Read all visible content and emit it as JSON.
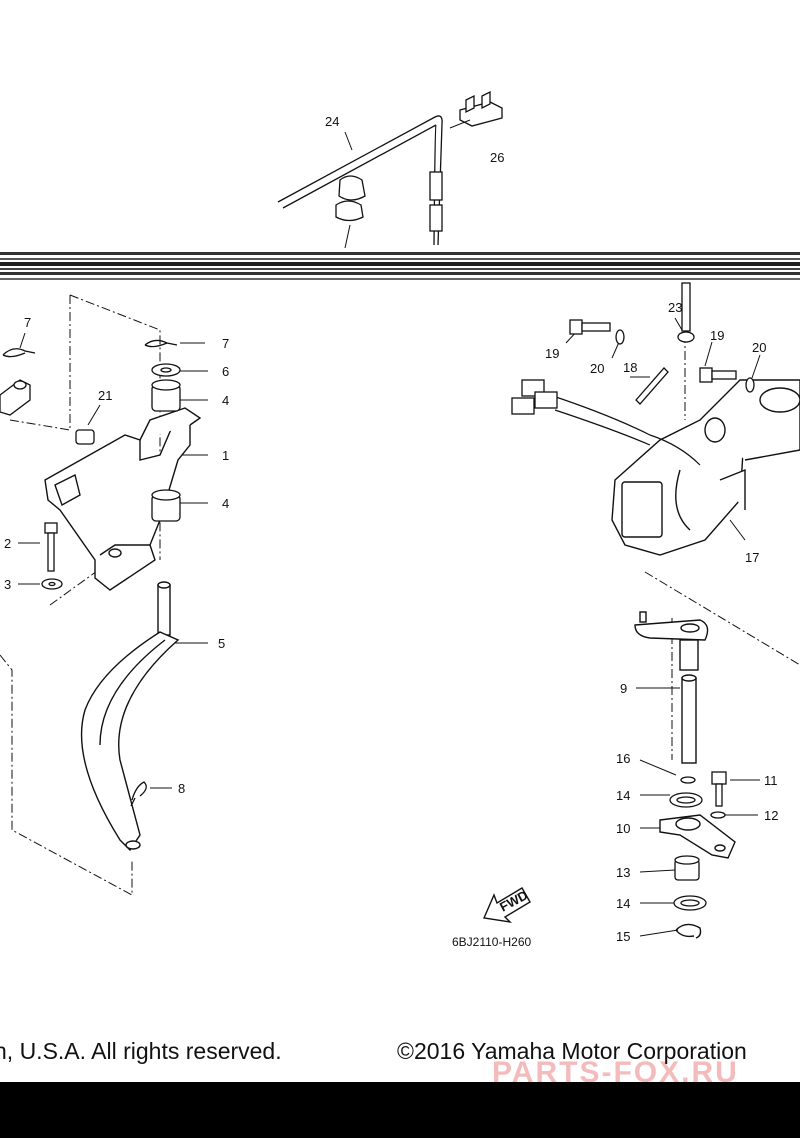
{
  "diagram": {
    "callouts": {
      "c1": "1",
      "c2": "2",
      "c3": "3",
      "c4a": "4",
      "c4b": "4",
      "c5": "5",
      "c6": "6",
      "c7a": "7",
      "c7b": "7",
      "c8": "8",
      "c9": "9",
      "c10": "10",
      "c11": "11",
      "c12": "12",
      "c13": "13",
      "c14a": "14",
      "c14b": "14",
      "c15": "15",
      "c16": "16",
      "c17": "17",
      "c18": "18",
      "c19a": "19",
      "c19b": "19",
      "c20a": "20",
      "c20b": "20",
      "c21": "21",
      "c23": "23",
      "c24": "24",
      "c26": "26"
    },
    "fwd_label": "FWD",
    "drawing_code": "6BJ2110-H260"
  },
  "footer": {
    "left_text": "n, U.S.A. All rights reserved.",
    "right_text": "©2016 Yamaha Motor Corporation"
  },
  "watermark_text": "PARTS-FOX.RU",
  "colors": {
    "line": "#111111",
    "background": "#ffffff",
    "bar": "#000000"
  }
}
